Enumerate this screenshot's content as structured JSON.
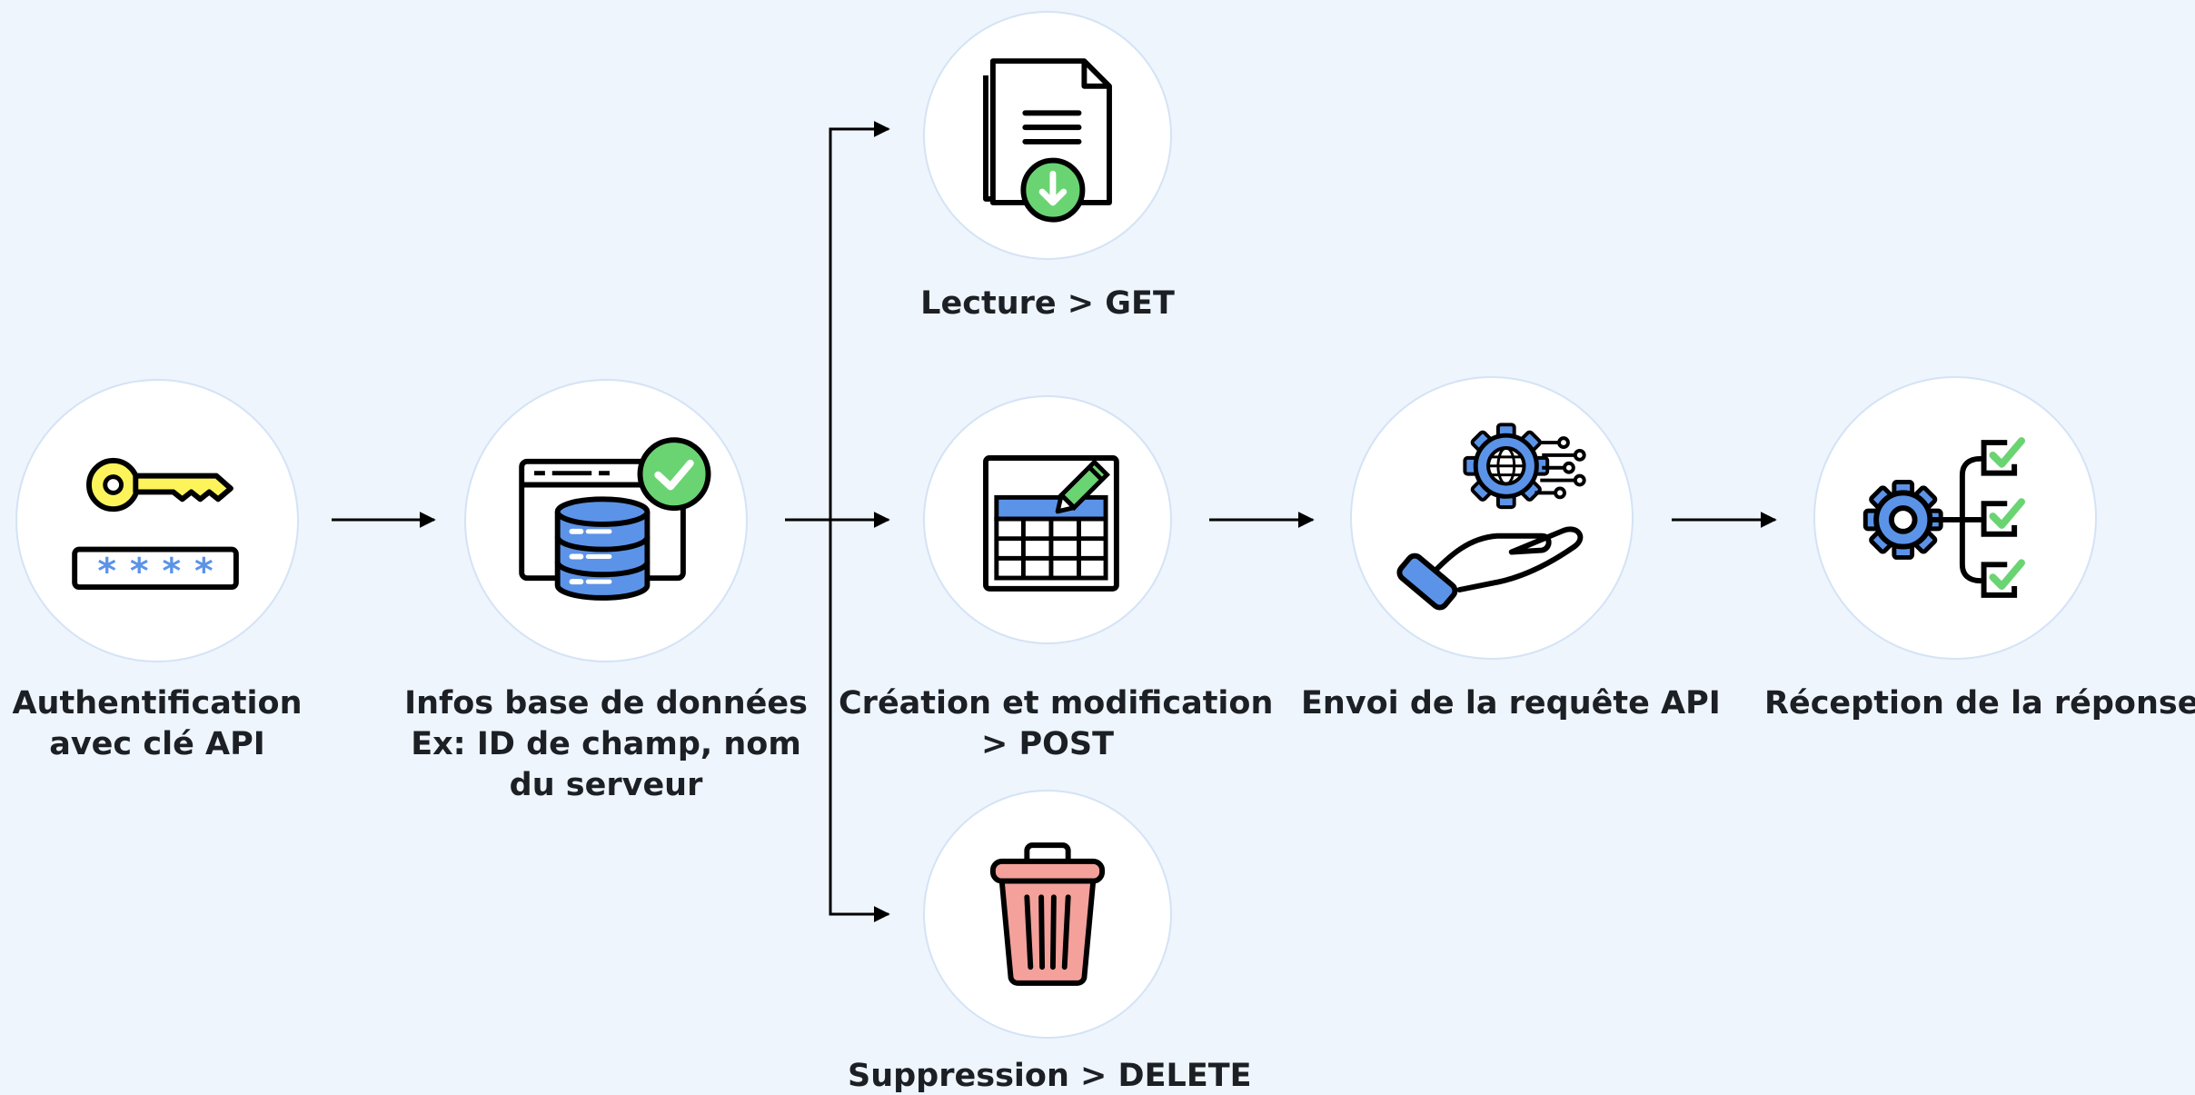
{
  "colors": {
    "background": "#eef5fd",
    "node_fill": "#ffffff",
    "node_border": "#d4e3f5",
    "arrow": "#000000",
    "key_yellow": "#fdf45b",
    "blue": "#5b93e8",
    "green": "#6ad472",
    "red": "#f4a19b"
  },
  "steps": {
    "auth": {
      "icon": "key-password-icon",
      "line1": "Authentification",
      "line2": "avec clé API"
    },
    "database": {
      "icon": "database-check-icon",
      "line1": "Infos base de données",
      "line2": "Ex: ID de champ, nom",
      "line3": "du serveur"
    },
    "read": {
      "icon": "document-download-icon",
      "line1": "Lecture > GET"
    },
    "create": {
      "icon": "table-edit-icon",
      "line1": "Création et modification",
      "line2": "> POST"
    },
    "delete": {
      "icon": "trash-icon",
      "line1": "Suppression > DELETE"
    },
    "send": {
      "icon": "hand-gear-globe-icon",
      "line1": "Envoi de la requête API"
    },
    "receive": {
      "icon": "gear-checklist-icon",
      "line1": "Réception de la réponse"
    }
  }
}
